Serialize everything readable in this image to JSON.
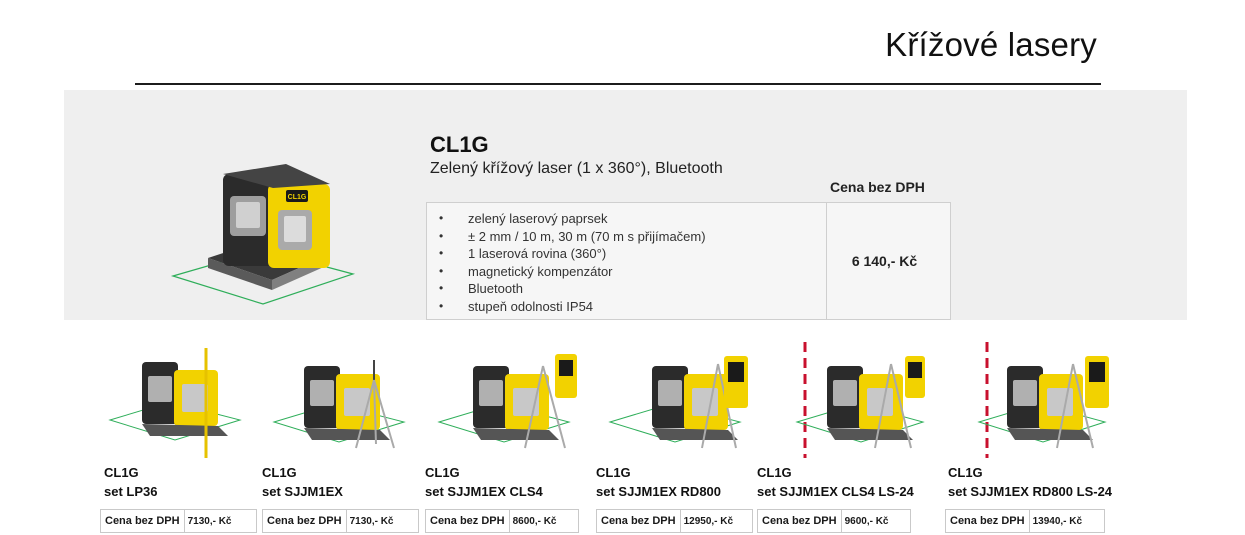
{
  "page": {
    "title": "Křížové lasery"
  },
  "hero": {
    "code": "CL1G",
    "description": "Zelený křížový laser (1 x 360°), Bluetooth",
    "price_label": "Cena bez DPH",
    "price": "6 140,- Kč",
    "badge": "CL1G",
    "features": [
      "zelený laserový paprsek",
      "± 2 mm / 10 m, 30 m (70 m s přijímačem)",
      "1 laserová rovina (360°)",
      "magnetický kompenzátor",
      "Bluetooth",
      "stupeň odolnosti IP54"
    ]
  },
  "products": [
    {
      "code": "CL1G",
      "set": "set LP36",
      "price_label": "Cena bez DPH",
      "price": "7130,- Kč"
    },
    {
      "code": "CL1G",
      "set": "set SJJM1EX",
      "price_label": "Cena bez DPH",
      "price": "7130,- Kč"
    },
    {
      "code": "CL1G",
      "set": "set SJJM1EX CLS4",
      "price_label": "Cena bez DPH",
      "price": "8600,- Kč"
    },
    {
      "code": "CL1G",
      "set": "set SJJM1EX RD800",
      "price_label": "Cena bez DPH",
      "price": "12950,- Kč"
    },
    {
      "code": "CL1G",
      "set": "set SJJM1EX CLS4 LS-24",
      "price_label": "Cena bez DPH",
      "price": "9600,- Kč"
    },
    {
      "code": "CL1G",
      "set": "set SJJM1EX RD800 LS-24",
      "price_label": "Cena bez DPH",
      "price": "13940,- Kč"
    }
  ],
  "colors": {
    "accent_yellow": "#f2d200",
    "laser_green": "#2fae5a",
    "rod_red": "#c8102e",
    "body_dark": "#2b2b2b",
    "panel_gray": "#efefef"
  }
}
